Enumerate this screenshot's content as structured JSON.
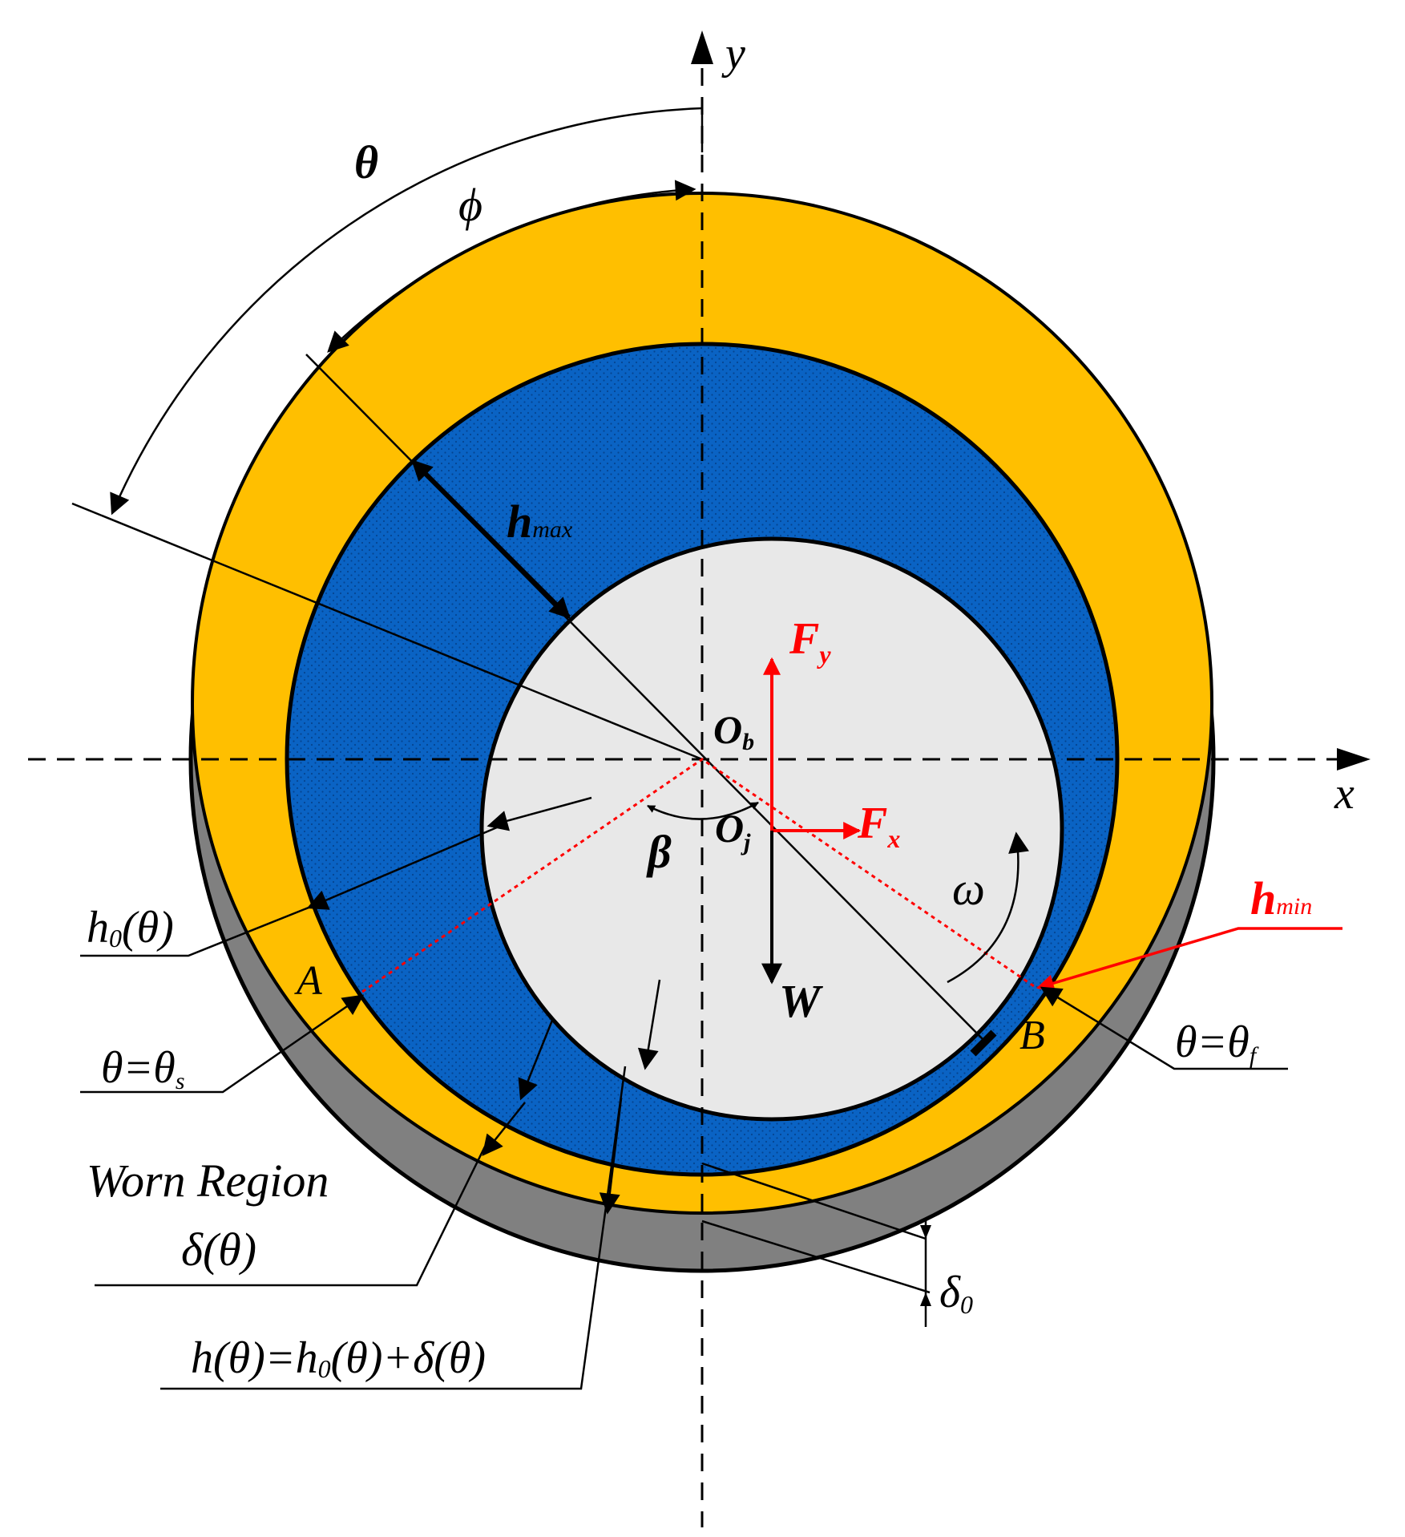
{
  "labels": {
    "axis_x": "x",
    "axis_y": "y",
    "theta": "θ",
    "phi": "ϕ",
    "h_max": "h",
    "h_max_sub": "max",
    "o_b": "O",
    "o_b_sub": "b",
    "o_j": "O",
    "o_j_sub": "j",
    "beta": "β",
    "f_y": "F",
    "f_y_sub": "y",
    "f_x": "F",
    "f_x_sub": "x",
    "w": "W",
    "omega": "ω",
    "h_min": "h",
    "h_min_sub": "min",
    "h0_theta_a": "h",
    "h0_theta_sub": "0",
    "h0_theta_b": "(θ)",
    "point_a": "A",
    "point_b": "B",
    "theta_s_a": "θ=θ",
    "theta_s_sub": "s",
    "theta_f_a": "θ=θ",
    "theta_f_sub": "f",
    "worn_line1": "Worn Region",
    "worn_line2": "δ(θ)",
    "delta0_a": "δ",
    "delta0_sub": "0",
    "h_eq_a": "h(θ)=h",
    "h_eq_sub": "0",
    "h_eq_b": "(θ)+δ(θ)"
  },
  "colors": {
    "housing": "#808080",
    "oil_film": "#0a63c4",
    "journal": "#e8e8e8",
    "worn_region": "#ffbf00",
    "force_arrows": "#ff0000",
    "outline": "#000000"
  }
}
